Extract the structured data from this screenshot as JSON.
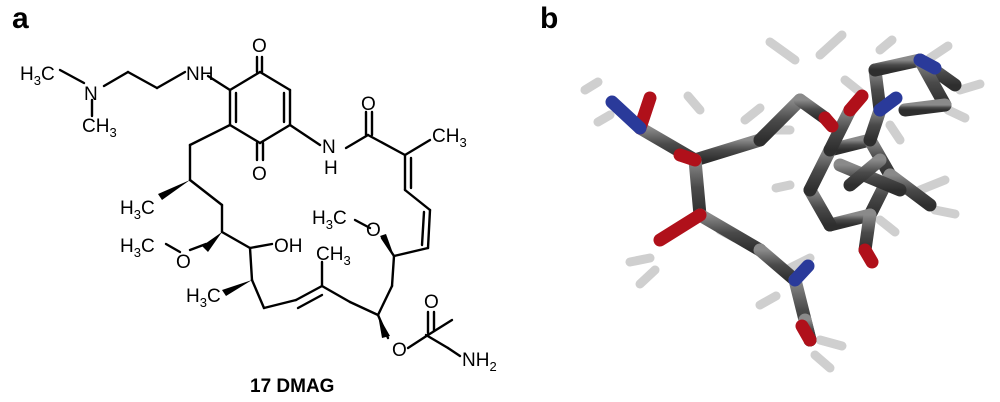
{
  "panels": {
    "a": "a",
    "b": "b"
  },
  "structure": {
    "caption": "17 DMAG",
    "atoms": {
      "o_top": "O",
      "nh_left": "NH",
      "o_mid": "O",
      "o_amide": "O",
      "n_amide": "N",
      "h_amide": "H",
      "ch3_top_right": "CH",
      "h3c_dimethyl_top": "H",
      "c_dimethyl_top": "C",
      "n_dimethyl": "N",
      "ch3_dimethyl_bottom": "CH",
      "h3c_left_methyl": "H",
      "c_left_methyl": "C",
      "h3c_methoxy_left": "H",
      "c_methoxy_left": "C",
      "o_methoxy_left": "O",
      "oh": "OH",
      "h3c_methoxy_right": "H",
      "c_methoxy_right": "C",
      "o_methoxy_right": "O",
      "ch3_mid": "CH",
      "h3c_bottom_methyl": "H",
      "c_bottom_methyl": "C",
      "o_carbamate_top": "O",
      "o_carbamate_link": "O",
      "nh2": "NH",
      "sub3": "3",
      "sub2": "2"
    }
  },
  "model": {
    "atom_colors": {
      "carbon": "#5a5a5a",
      "hydrogen": "#d0d0d0",
      "oxygen": "#b0101a",
      "nitrogen": "#2a3a9a"
    }
  }
}
